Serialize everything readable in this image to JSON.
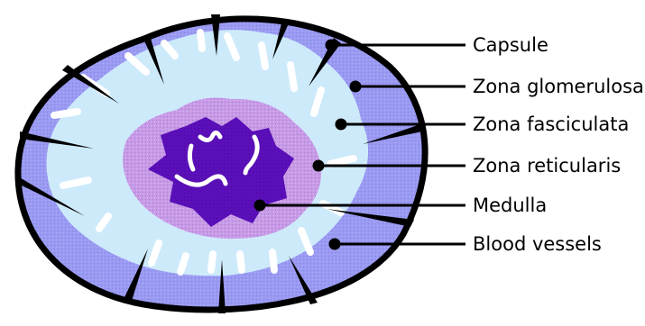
{
  "colors": {
    "capsule": "#000000",
    "glomerulosa": "#9a9af2",
    "fasciculata": "#cdeafa",
    "reticularis": "#c79ae6",
    "medulla": "#5a0fb8",
    "vessel": "#ffffff",
    "leader": "#000000"
  },
  "labels": [
    {
      "key": "capsule",
      "text": "Capsule"
    },
    {
      "key": "glomerulosa",
      "text": "Zona glomerulosa"
    },
    {
      "key": "fasciculata",
      "text": "Zona fasciculata"
    },
    {
      "key": "reticularis",
      "text": "Zona reticularis"
    },
    {
      "key": "medulla",
      "text": "Medulla"
    },
    {
      "key": "vessels",
      "text": "Blood vessels"
    }
  ]
}
